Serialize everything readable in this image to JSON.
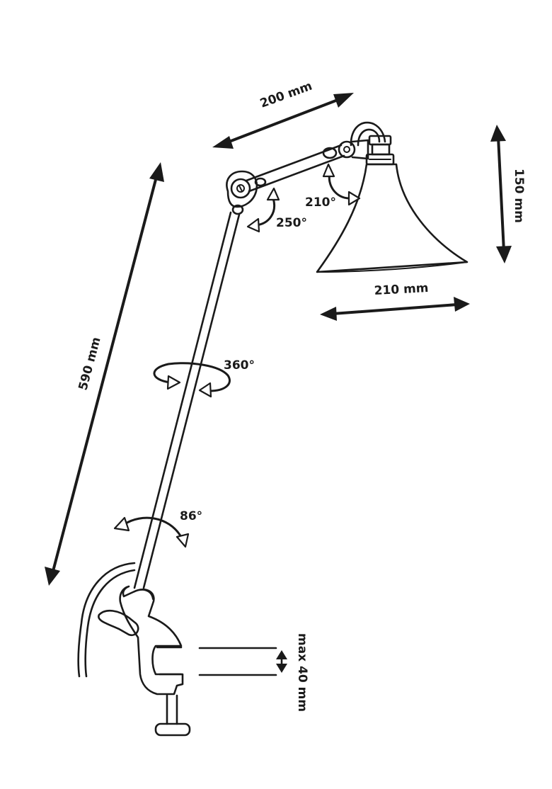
{
  "labels": {
    "arm_length": "200 mm",
    "shade_height": "150 mm",
    "shade_width": "210 mm",
    "stem_length": "590 mm",
    "clamp_max": "max 40 mm",
    "shade_rotation": "210°",
    "arm_rotation": "250°",
    "stem_swivel": "360°",
    "base_tilt": "86°"
  },
  "colors": {
    "ink": "#1a1a1a",
    "background": "#ffffff"
  }
}
